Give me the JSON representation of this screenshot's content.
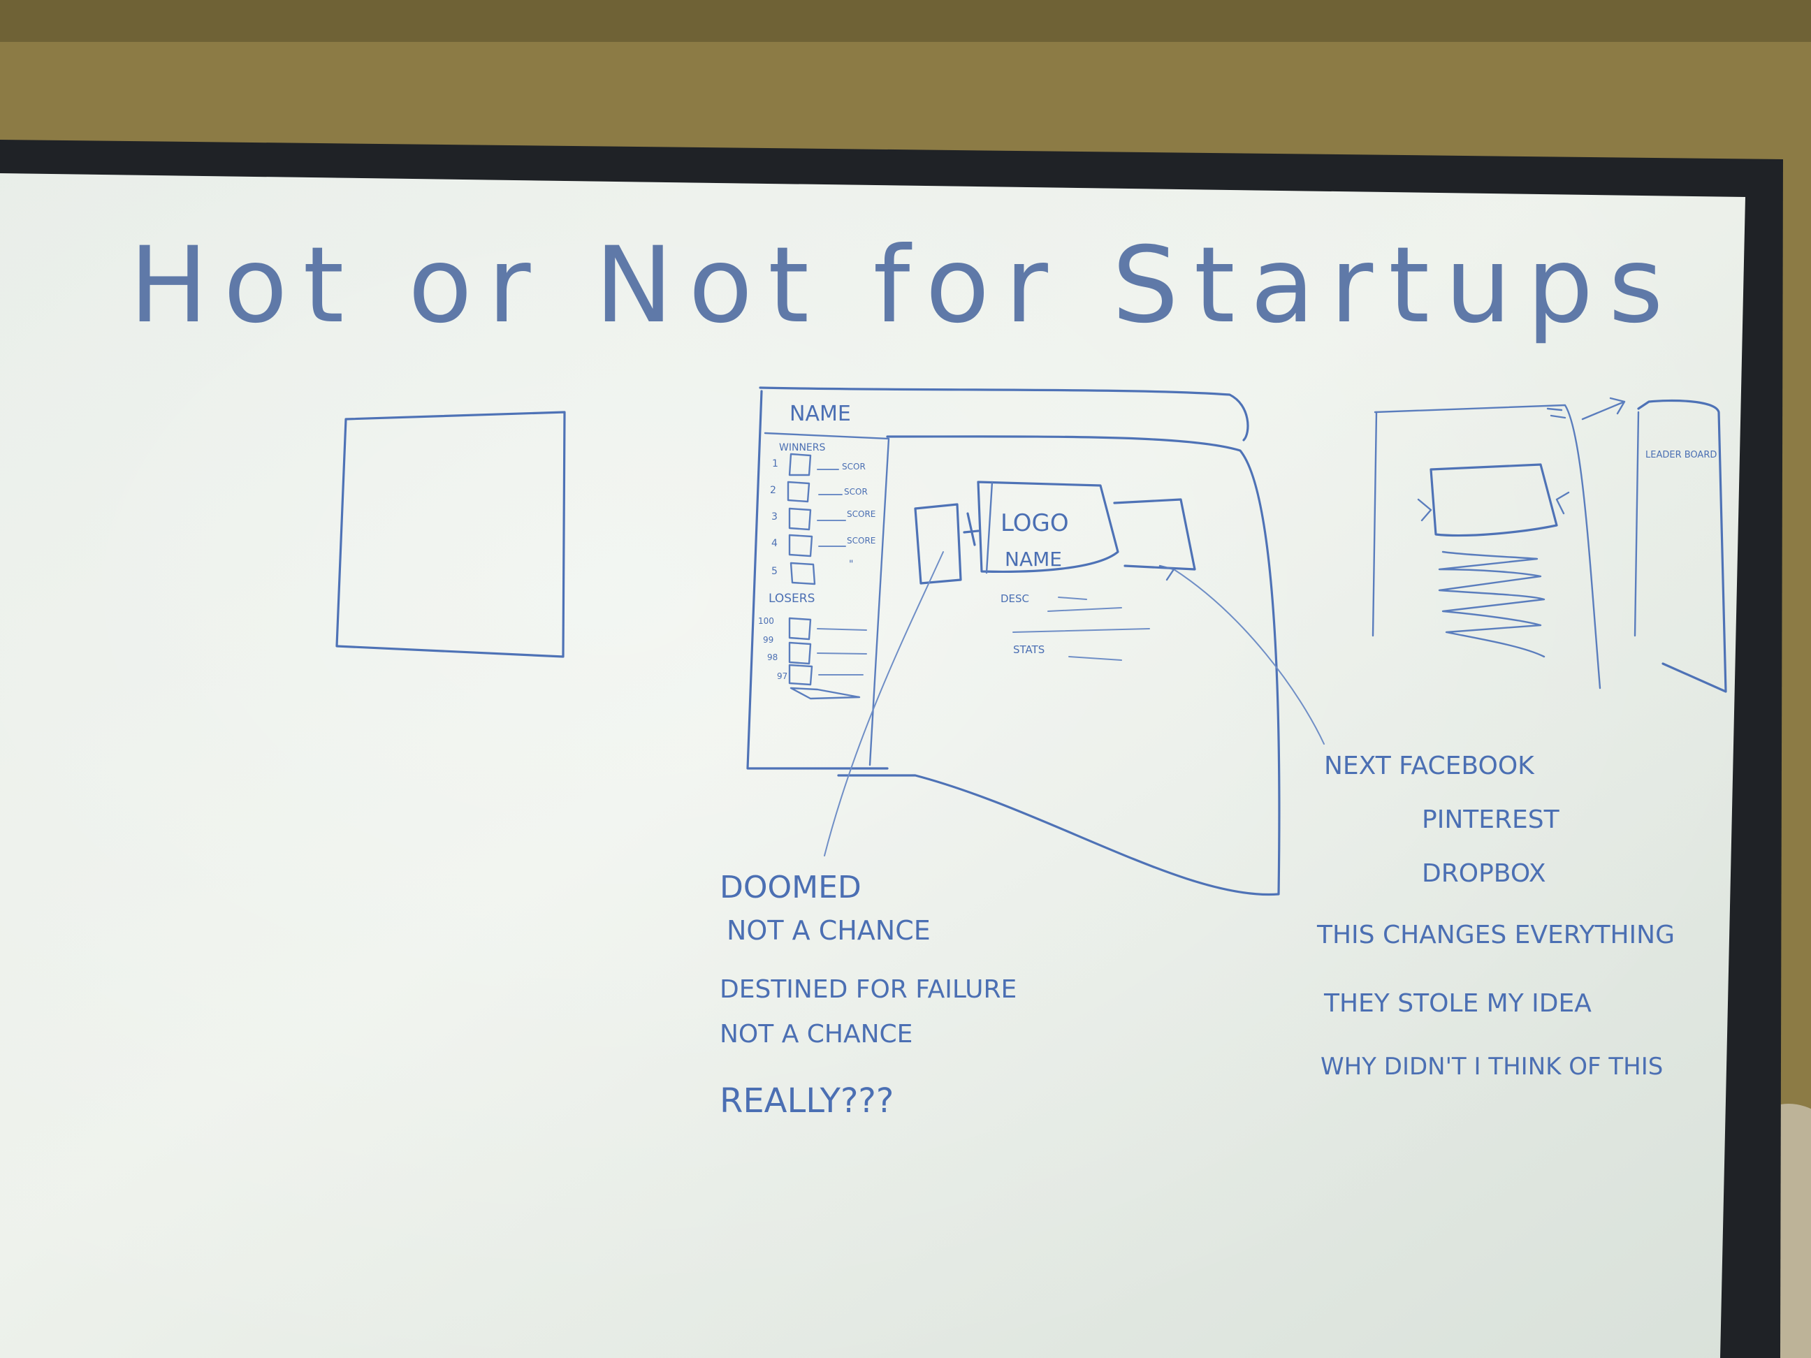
{
  "whiteboard": {
    "title": "Hot or Not for Startups",
    "mockup": {
      "name_label": "NAME",
      "winners_label": "WINNERS",
      "winner_ranks": [
        "1",
        "2",
        "3",
        "4",
        "5"
      ],
      "winner_scores": [
        "SCOR",
        "SCOR",
        "SCORE",
        "SCORE",
        "\""
      ],
      "losers_label": "LOSERS",
      "loser_ranks": [
        "100",
        "99",
        "98",
        "97"
      ],
      "logo_label": "LOGO",
      "startup_name": "NAME",
      "desc_label": "DESC",
      "stats_label": "STATS"
    },
    "right_sketch": {
      "leaderboard_label": "LEADER BOARD"
    },
    "negative_notes": [
      "DOOMED",
      "NOT A CHANCE",
      "DESTINED FOR FAILURE",
      "NOT A CHANCE",
      "REALLY???"
    ],
    "positive_notes": [
      "NEXT FACEBOOK",
      "PINTEREST",
      "DROPBOX",
      "THIS CHANGES EVERYTHING",
      "THEY STOLE MY IDEA",
      "WHY DIDN'T I THINK OF THIS"
    ]
  }
}
